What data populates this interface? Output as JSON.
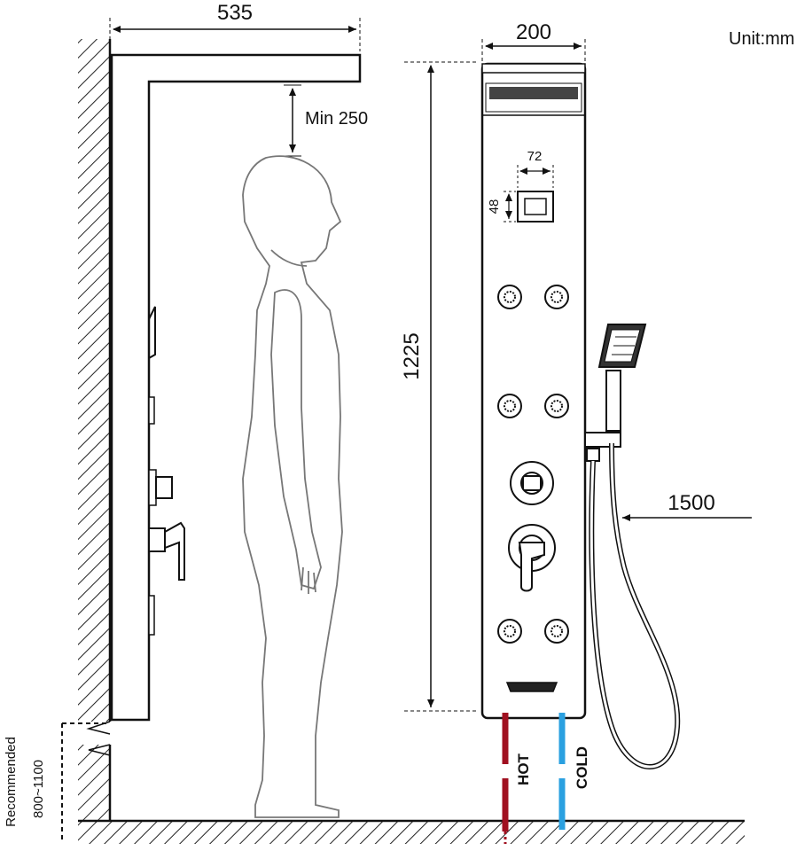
{
  "unit_label": "Unit:mm",
  "dimensions": {
    "arm_length": "535",
    "min_clearance": "Min 250",
    "panel_width": "200",
    "panel_height": "1225",
    "control_width": "72",
    "control_height": "48",
    "hose_length": "1500",
    "recommended_label": "Recommended",
    "recommended_range": "800~1100"
  },
  "pipes": {
    "hot_label": "HOT",
    "cold_label": "COLD",
    "hot_color": "#a01020",
    "cold_color": "#2aa0e0"
  }
}
